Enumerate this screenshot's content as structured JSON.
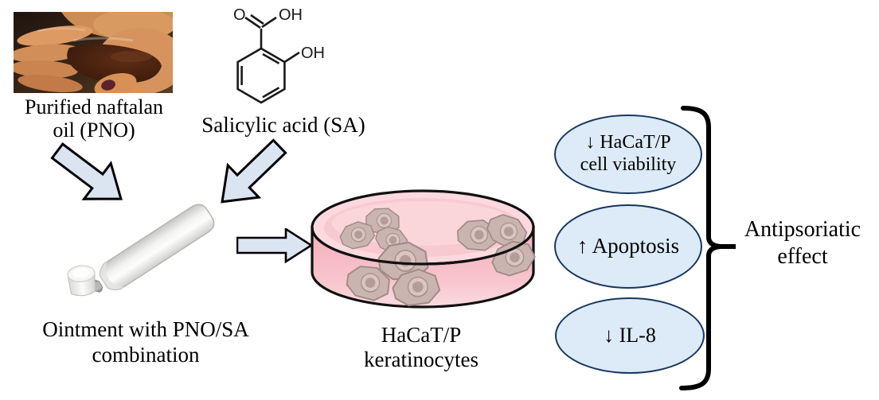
{
  "figure": {
    "pno_label_line1": "Purified naftalan",
    "pno_label_line2": "oil (PNO)",
    "sa_label": "Salicylic acid (SA)",
    "sa_atoms": {
      "carbonyl_o": "O",
      "carboxyl_oh": "OH",
      "phenol_oh": "OH"
    },
    "ointment_label_line1": "Ointment with PNO/SA",
    "ointment_label_line2": "combination",
    "culture_label_line1": "HaCaT/P",
    "culture_label_line2": "keratinocytes",
    "outcomes": [
      {
        "line1": "↓ HaCaT/P",
        "line2": "cell viability"
      },
      {
        "line1": "↑ Apoptosis"
      },
      {
        "line1": "↓ IL-8"
      }
    ],
    "effect_line1": "Antipsoriatic",
    "effect_line2": "effect"
  },
  "colors": {
    "arrow_fill": "#dbe5f1",
    "arrow_stroke": "#000000",
    "outcome_fill": "#dcebf7",
    "outcome_stroke": "#17375d",
    "dish_wall_pink": "#f6bcc6",
    "dish_surface_pink": "#fbd9df",
    "cell_body": "#cab4b0",
    "cell_outline": "#a18a86",
    "bracket_color": "#000000",
    "text_color": "#000000"
  }
}
